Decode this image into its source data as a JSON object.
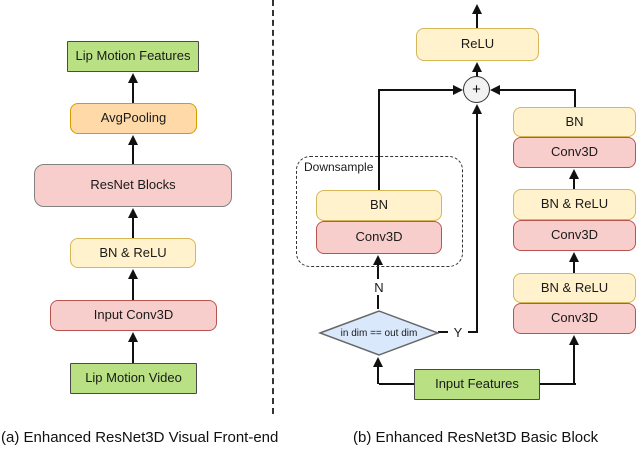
{
  "figure": {
    "panel_a": {
      "caption": "(a) Enhanced ResNet3D Visual Front-end",
      "nodes": {
        "lip_motion_features": "Lip Motion Features",
        "avg_pooling": "AvgPooling",
        "resnet_blocks": "ResNet Blocks",
        "bn_relu": "BN & ReLU",
        "input_conv3d": "Input Conv3D",
        "lip_motion_video": "Lip Motion Video"
      }
    },
    "panel_b": {
      "caption": "(b) Enhanced ResNet3D Basic Block",
      "nodes": {
        "relu": "ReLU",
        "plus": "+",
        "downsample_label": "Downsample",
        "downsample_bn": "BN",
        "downsample_conv3d": "Conv3D",
        "decision": "in dim == out dim",
        "branch_no": "N",
        "branch_yes": "Y",
        "input_features": "Input Features"
      },
      "main_path": [
        {
          "top": "BN",
          "bottom": "Conv3D"
        },
        {
          "top": "BN & ReLU",
          "bottom": "Conv3D"
        },
        {
          "top": "BN & ReLU",
          "bottom": "Conv3D"
        }
      ]
    }
  },
  "colors": {
    "green_fill": "#b9e184",
    "green_stroke": "#4a4a4a",
    "pink_fill": "#f8cecc",
    "pink_stroke": "#b85450",
    "gray_stroke": "#828282",
    "yellow_fill": "#fff2cc",
    "yellow_stroke": "#d6b656",
    "orange_fill": "#ffd9a8",
    "orange_stroke": "#d79b00",
    "blue_fill": "#dae8fc",
    "diamond_stroke": "#666666",
    "plus_fill": "#f2f2f2",
    "line": "#111111"
  }
}
